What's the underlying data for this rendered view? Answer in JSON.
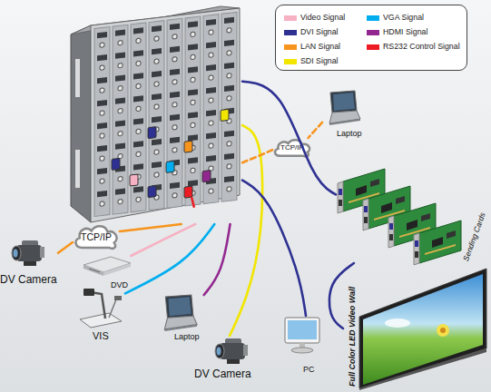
{
  "diagram": {
    "nodes": [
      {
        "text": []
      },
      {
        "text": [
          "Laptop"
        ]
      },
      {
        "text": [
          "TCP/IP"
        ]
      },
      {
        "text": [
          "Sending Cards"
        ]
      },
      {
        "text": [
          "TCP/IP"
        ]
      },
      {
        "text": [
          "DV Camera"
        ]
      },
      {
        "text": [
          "DVD"
        ]
      },
      {
        "text": [
          "VIS"
        ]
      },
      {
        "text": [
          "Laptop"
        ]
      },
      {
        "text": [
          "Full Color LED Video Wall"
        ]
      },
      {
        "text": [
          "PC"
        ]
      },
      {
        "text": [
          "DV Camera"
        ]
      }
    ],
    "edges": [
      {
        "from": 5,
        "to": 4,
        "arrow": "none"
      },
      {
        "from": 4,
        "to": 0,
        "arrow": "none"
      },
      {
        "from": 6,
        "to": 0,
        "arrow": "none"
      },
      {
        "from": 7,
        "to": 0,
        "arrow": "none"
      },
      {
        "from": 8,
        "to": 0,
        "arrow": "none"
      },
      {
        "from": 11,
        "to": 0,
        "arrow": "none"
      },
      {
        "from": 10,
        "to": 0,
        "arrow": "none"
      },
      {
        "from": 1,
        "to": 2,
        "arrow": "none"
      },
      {
        "from": 2,
        "to": 0,
        "arrow": "none"
      },
      {
        "from": 0,
        "to": 3,
        "arrow": "none"
      },
      {
        "from": 3,
        "to": 9,
        "arrow": "none"
      }
    ],
    "legend": [
      {
        "text": "Video Signal",
        "color": "#f6b1c3"
      },
      {
        "text": "VGA Signal",
        "color": "#00aeef"
      },
      {
        "text": "DVI Signal",
        "color": "#2e3192"
      },
      {
        "text": "HDMI Signal",
        "color": "#92278f"
      },
      {
        "text": "LAN Signal",
        "color": "#f7941d"
      },
      {
        "text": "RS232 Control Signal",
        "color": "#ed1c24"
      },
      {
        "text": "SDI Signal",
        "color": "#f2e600"
      }
    ]
  }
}
